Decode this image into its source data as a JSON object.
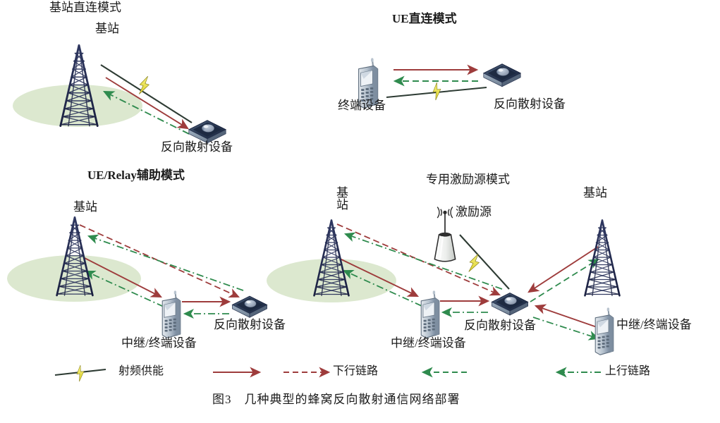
{
  "figure": {
    "caption": "图3　几种典型的蜂窝反向散射通信网络部署",
    "background_color": "#ffffff"
  },
  "colors": {
    "downlink": "#9e3c3c",
    "uplink": "#2f8b4e",
    "tower": "#252b4a",
    "coverage": "#dce8cf",
    "rf_line": "#2d3b33",
    "bolt": "#e8e24a",
    "device_dark": "#2b3a55",
    "phone_body": "#a9b6c4",
    "text": "#1b1b1b"
  },
  "panels": [
    {
      "id": "bs-direct",
      "title": "基站直连模式",
      "title_bold": false,
      "nodes": [
        {
          "name": "base-station",
          "label": "基站",
          "icon": "tower"
        },
        {
          "name": "backscatter-device",
          "label": "反向散射设备",
          "icon": "backscatter"
        }
      ]
    },
    {
      "id": "ue-direct",
      "title": "UE直连模式",
      "title_bold": true,
      "nodes": [
        {
          "name": "terminal-device",
          "label": "终端设备",
          "icon": "phone"
        },
        {
          "name": "backscatter-device",
          "label": "反向散射设备",
          "icon": "backscatter"
        }
      ]
    },
    {
      "id": "ue-relay-assisted",
      "title": "UE/Relay辅助模式",
      "title_bold": true,
      "nodes": [
        {
          "name": "base-station",
          "label": "基站",
          "icon": "tower"
        },
        {
          "name": "relay-terminal-device",
          "label": "中继/终端设备",
          "icon": "phone"
        },
        {
          "name": "backscatter-device",
          "label": "反向散射设备",
          "icon": "backscatter"
        }
      ]
    },
    {
      "id": "dedicated-exciter",
      "title": "专用激励源模式",
      "title_bold": false,
      "nodes": [
        {
          "name": "base-station-left",
          "label": "基站",
          "icon": "tower"
        },
        {
          "name": "exciter",
          "label": "激励源",
          "icon": "exciter"
        },
        {
          "name": "base-station-right",
          "label": "基站",
          "icon": "tower"
        },
        {
          "name": "relay-terminal-device-left",
          "label": "中继/终端设备",
          "icon": "phone"
        },
        {
          "name": "backscatter-device",
          "label": "反向散射设备",
          "icon": "backscatter"
        },
        {
          "name": "relay-terminal-device-right",
          "label": "中继/终端设备",
          "icon": "phone"
        }
      ]
    }
  ],
  "legend": [
    {
      "name": "rf-power",
      "label": "射频供能",
      "style": "bolt-line"
    },
    {
      "name": "downlink",
      "label": "下行链路",
      "style": "red-solid-and-dashed-arrow"
    },
    {
      "name": "uplink",
      "label": "上行链路",
      "style": "green-dashed-and-dashdot-arrow"
    }
  ]
}
